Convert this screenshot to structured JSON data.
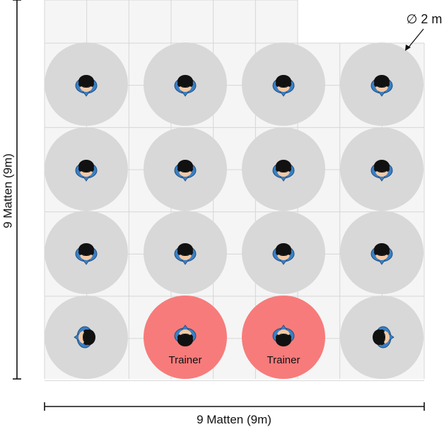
{
  "dimensions": {
    "width_label": "9 Matten (9m)",
    "height_label": "9 Matten (9m)"
  },
  "diameter_label": "∅ 2 m",
  "colors": {
    "mat_fill": "#f5f5f5",
    "mat_line": "#d6d6d6",
    "zone_student": "#d8d8d8",
    "zone_trainer": "#f77b7b",
    "person_shirt": "#3a7fc4",
    "person_hair": "#111111",
    "person_skin": "#f2c9a6"
  },
  "layout": {
    "rows": [
      [
        "student",
        "student",
        "student",
        "student"
      ],
      [
        "student",
        "student",
        "student",
        "student"
      ],
      [
        "student",
        "student",
        "student",
        "student"
      ],
      [
        "student-left",
        "trainer",
        "trainer",
        "student-right"
      ]
    ],
    "trainer_label": "Trainer"
  }
}
